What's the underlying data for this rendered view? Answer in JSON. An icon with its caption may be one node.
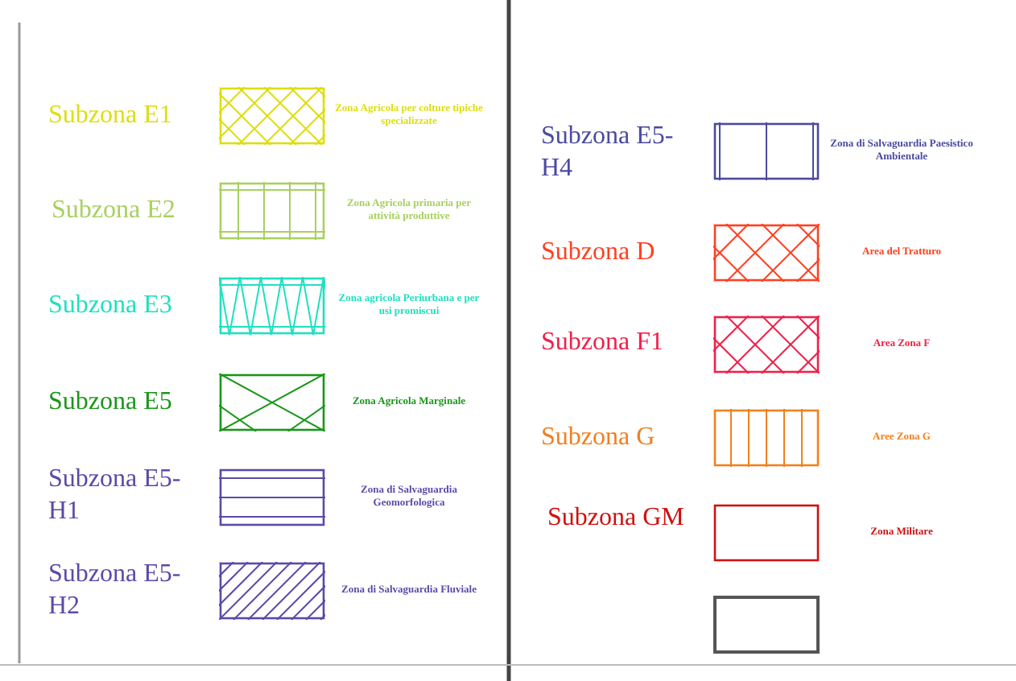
{
  "diagram": {
    "labels": [
      "Zona Agricola per colture tipiche specializzate",
      "Zona Agricola primaria per attività produttive",
      "Zona agricola Periurbana e per usi promiscui",
      "Zona Agricola Marginale",
      "Zona di Salvaguardia Geomorfologica",
      "Zona di Salvaguardia Fluviale",
      "Zona di Salvaguardia Paesistico Ambientale",
      "Area del Tratturo",
      "Area Zona F",
      "Aree Zona G",
      "Zona Militare"
    ],
    "legend": [
      {
        "text": "Subzona E1"
      },
      {
        "text": "Subzona E2"
      },
      {
        "text": "Subzona E3"
      },
      {
        "text": "Subzona E5"
      },
      {
        "text": "Subzona E5-H1"
      },
      {
        "text": "Subzona E5-H2"
      },
      {
        "text": "Subzona E5-H4"
      },
      {
        "text": "Subzona D"
      },
      {
        "text": "Subzona F1"
      },
      {
        "text": "Subzona G"
      },
      {
        "text": "Subzona GM"
      }
    ]
  }
}
